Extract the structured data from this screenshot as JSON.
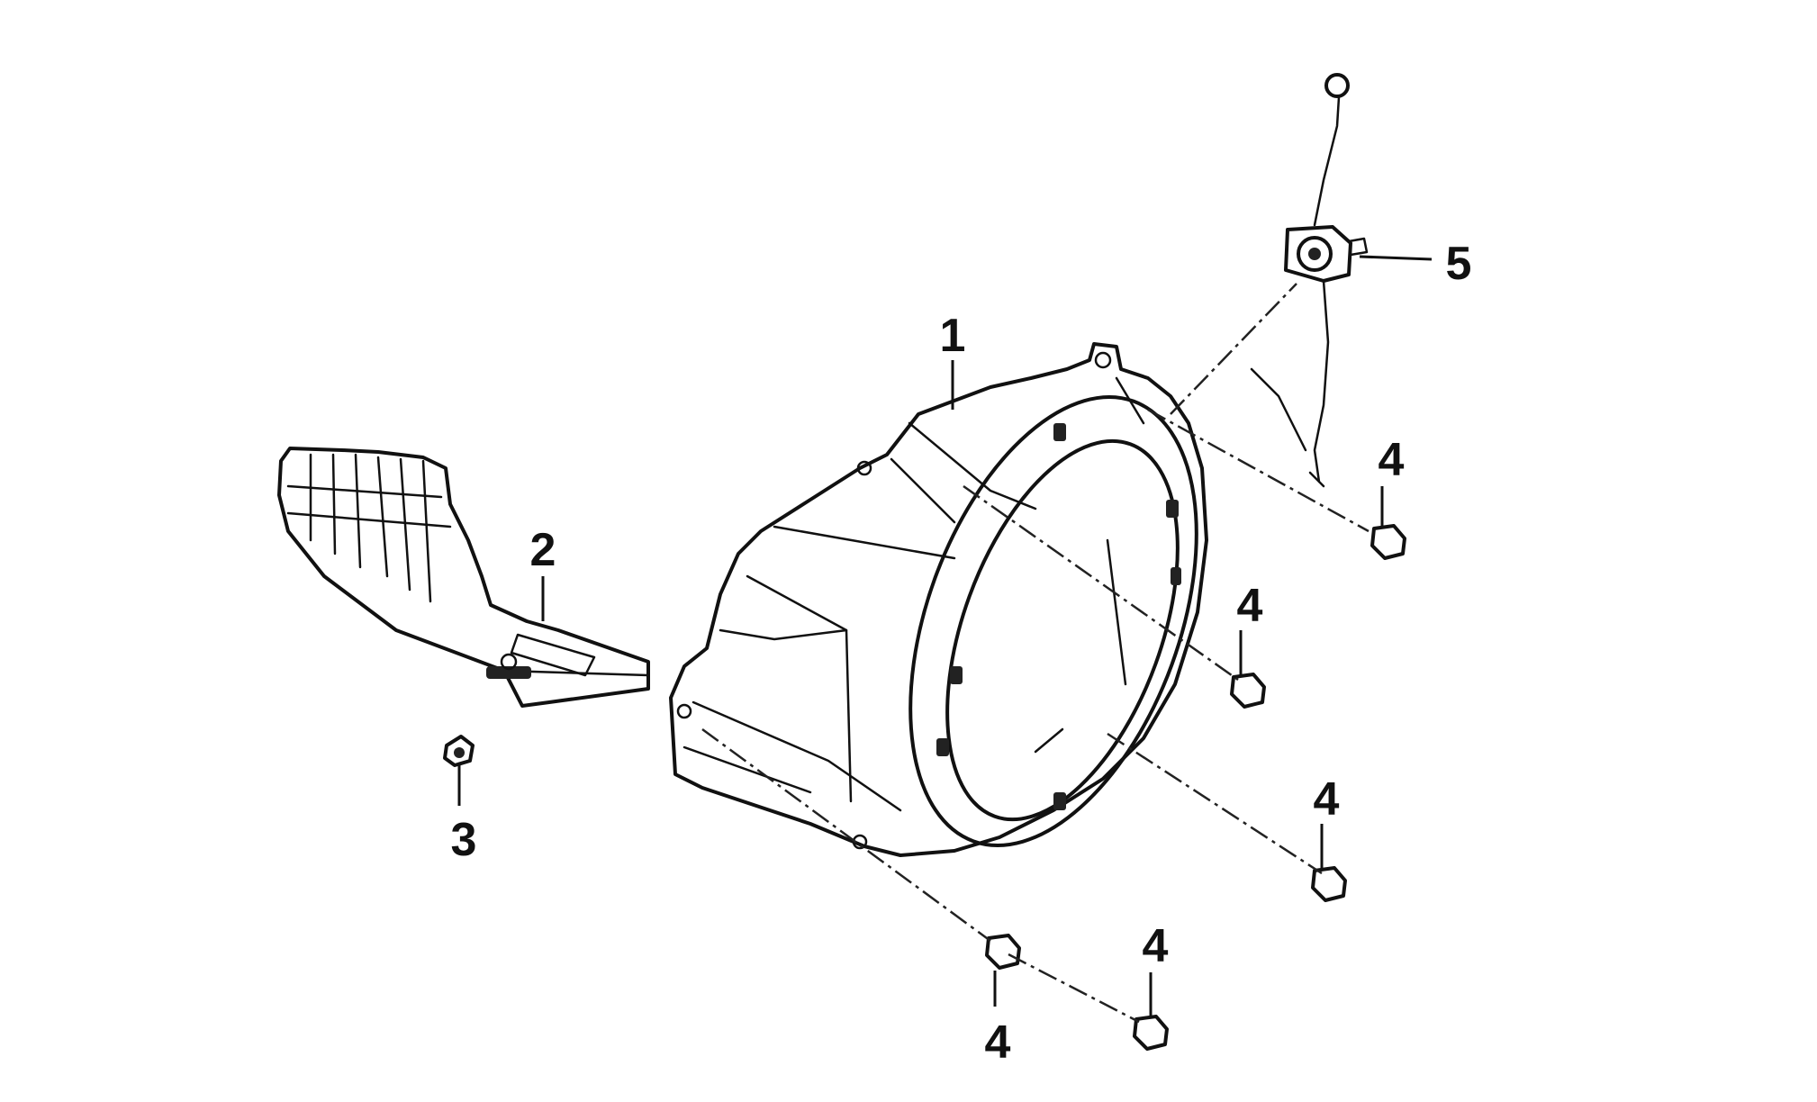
{
  "callouts": {
    "c1": "1",
    "c2": "2",
    "c3": "3",
    "c4a": "4",
    "c4b": "4",
    "c4c": "4",
    "c4d": "4",
    "c4e": "4",
    "c5": "5"
  },
  "colors": {
    "line": "#111111",
    "background": "#ffffff"
  }
}
